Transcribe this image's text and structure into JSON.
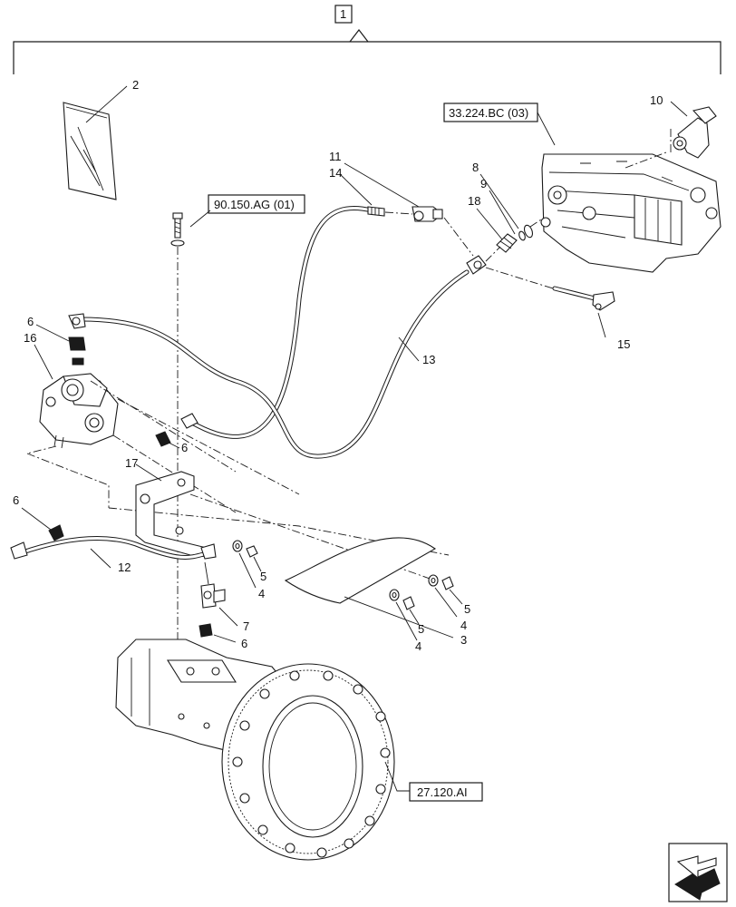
{
  "assembly_number": "1",
  "references": {
    "ref_90150": "90.150.AG (01)",
    "ref_33224": "33.224.BC (03)",
    "ref_27120": "27.120.AI"
  },
  "callouts": {
    "c2": "2",
    "c3": "3",
    "c4a": "4",
    "c4b": "4",
    "c4c": "4",
    "c5a": "5",
    "c5b": "5",
    "c5c": "5",
    "c6a": "6",
    "c6b": "6",
    "c6c": "6",
    "c6d": "6",
    "c7": "7",
    "c8": "8",
    "c9": "9",
    "c10": "10",
    "c11": "11",
    "c12": "12",
    "c13": "13",
    "c14": "14",
    "c15": "15",
    "c16": "16",
    "c17": "17",
    "c18": "18"
  },
  "icons": {
    "navigation": "next-page-arrow-icon",
    "manual": "manual-booklet-icon"
  },
  "colors": {
    "line": "#1a1a1a",
    "background": "#ffffff"
  }
}
